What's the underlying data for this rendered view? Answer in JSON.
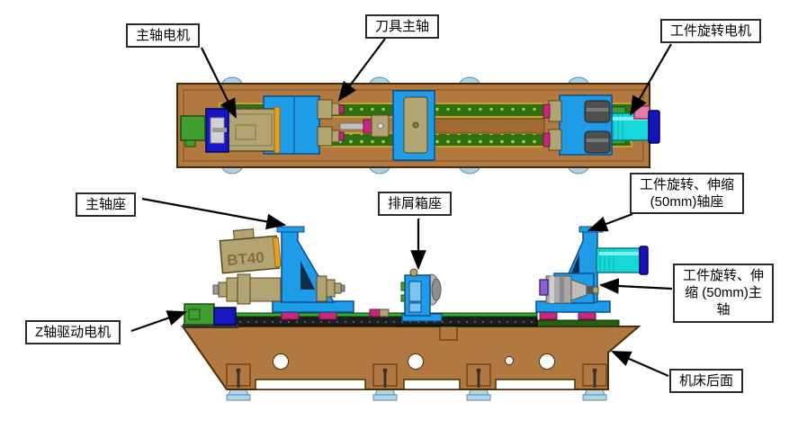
{
  "labels": {
    "spindle_motor": "主轴电机",
    "tool_spindle": "刀具主轴",
    "workpiece_rotation_motor": "工件旋转电机",
    "spindle_seat": "主轴座",
    "chip_box_seat": "排屑箱座",
    "workpiece_axis_seat": "工件旋转、伸缩\n(50mm)轴座",
    "workpiece_spindle": "工件旋转、伸\n缩 (50mm)主\n轴",
    "z_axis_drive_motor": "Z轴驱动电机",
    "machine_back": "机床后面"
  },
  "machine_markings": {
    "bt40": "BT40"
  },
  "colors": {
    "bed_brown": "#b1793f",
    "component_blue": "#1f9ce8",
    "motor_cyan": "#17d8d8",
    "motor_green": "#3f9e2f",
    "rail_green": "#2f6e12",
    "accent_magenta": "#c8257e",
    "accent_pink": "#e87aaa",
    "part_tan": "#b3a573",
    "deep_blue": "#1616c8",
    "foot_light_blue": "#aed6e8"
  }
}
